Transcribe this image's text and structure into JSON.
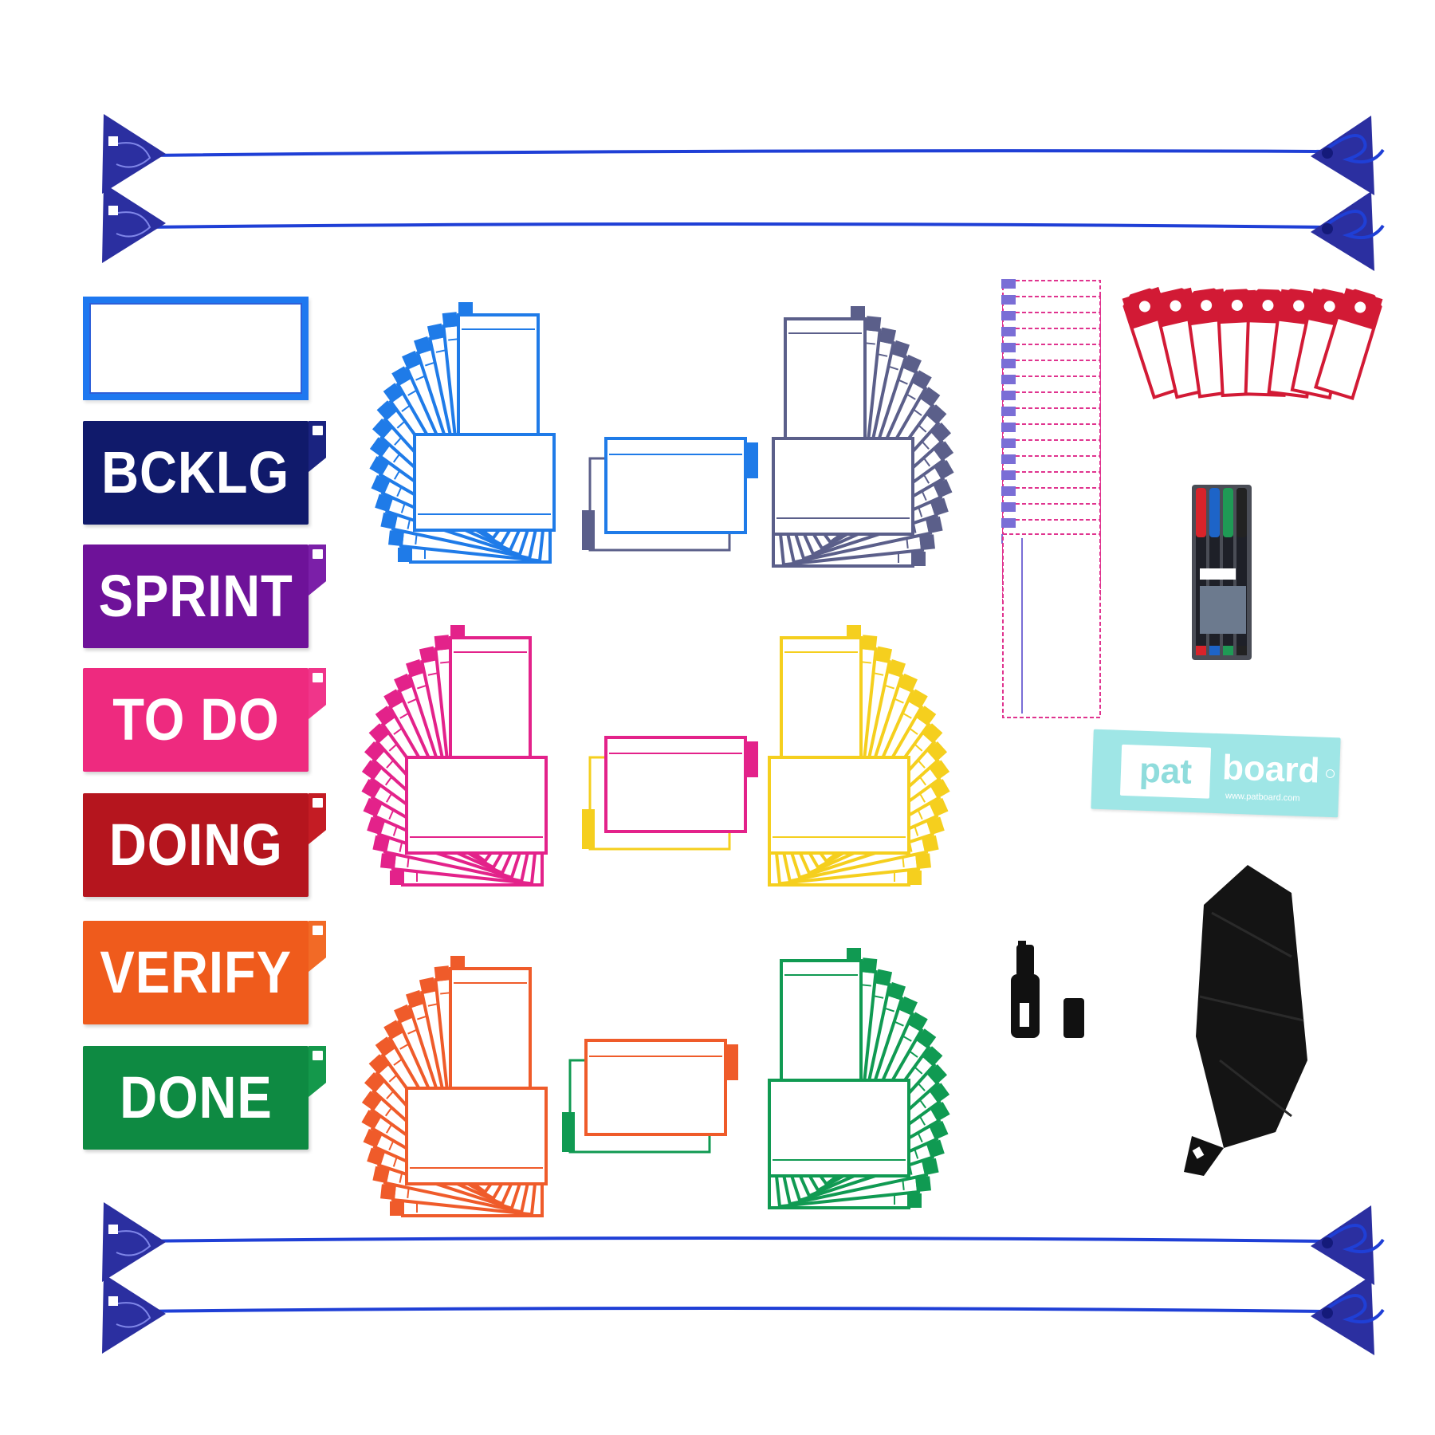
{
  "headers": [
    {
      "label": "BCKLG",
      "color": "#101a6b",
      "tab_color": "#1a2380"
    },
    {
      "label": "SPRINT",
      "color": "#6e1299",
      "tab_color": "#7b1fa8"
    },
    {
      "label": "TO DO",
      "color": "#ee2a7f",
      "tab_color": "#f0358a"
    },
    {
      "label": "DOING",
      "color": "#b5151e",
      "tab_color": "#c41c24"
    },
    {
      "label": "VERIFY",
      "color": "#ef5b1c",
      "tab_color": "#f26a26"
    },
    {
      "label": "DONE",
      "color": "#0e8a42",
      "tab_color": "#14984b"
    }
  ],
  "blank_header_color": "#1e78f0",
  "card_fans": [
    {
      "color": "#1f7be8",
      "side": "left"
    },
    {
      "color": "#5b5f8a",
      "side": "right"
    },
    {
      "color": "#e3228a",
      "side": "left"
    },
    {
      "color": "#f5cf1e",
      "side": "right"
    },
    {
      "color": "#ef5b2a",
      "side": "left"
    },
    {
      "color": "#109a52",
      "side": "right"
    }
  ],
  "cord_color": "#1f3fd6",
  "anchor_color": "#2b2fa0",
  "sticker": {
    "pat": "pat",
    "board": "board",
    "url": "www.patboard.com"
  },
  "marker_colors": [
    "#d8232a",
    "#1d64c8",
    "#1f9a55",
    "#222222"
  ]
}
